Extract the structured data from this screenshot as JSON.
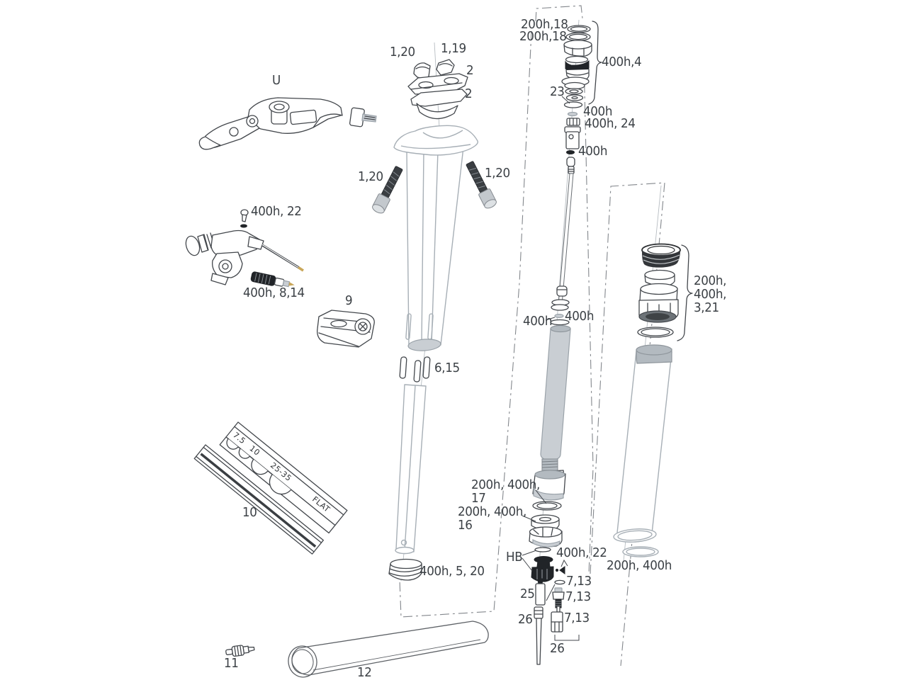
{
  "page": {
    "background": "#ffffff",
    "description": "Exploded service diagram of a hydraulic dropper seatpost with remote lever"
  },
  "colors": {
    "line_dark": "#43474c",
    "line_light": "#a7afb6",
    "fill_gray": "#c9ced3",
    "fill_dark": "#212428",
    "hose_tip_gold": "#c9a75a",
    "label_text": "#3c4146"
  },
  "labels": {
    "remote_lever": "U",
    "saddle_clamp_nut_left": "1,20",
    "saddle_clamp_nut_right": "1,19",
    "clamp_plate_upper": "2",
    "clamp_plate_lower": "2",
    "head_bolt_left": "1,20",
    "head_bolt_right": "1,20",
    "lever_bleed_screw": "400h, 22",
    "hose_coupler": "400h, 8,14",
    "post_clamp": "9",
    "guide_pins": "6,15",
    "wedge_tool": "10",
    "hose_barb": "11",
    "outer_lower_tube": "12",
    "lower_collar": "400h, 5, 20",
    "head_seal_outer": "200h,18",
    "head_seal_inner": "200h,18",
    "piston_assembly": "400h,4",
    "piston_seals": "23",
    "spacer_washer": "400h",
    "ribbed_spacer": "400h, 24",
    "valve_oring": "400h",
    "shaft_oring": "400h",
    "shaft_washer": "400h",
    "ifp_washer": "200h, 400h,\n17",
    "seal_head": "200h, 400h,\n16",
    "hydraulic_base": "HB",
    "base_valve_parts": "400h, 22",
    "bleed_pin": "25",
    "coupler_oring": "7,13",
    "coupler_valve": "7,13",
    "coupler_sleeve": "7,13",
    "actuator_rod": "26",
    "coupler_group": "26",
    "top_cap_group": "200h,\n400h,\n3,21",
    "tube_base_oring": "200h, 400h"
  },
  "wedge_markings": [
    "7.5",
    "10",
    "25-35",
    "FLAT"
  ]
}
